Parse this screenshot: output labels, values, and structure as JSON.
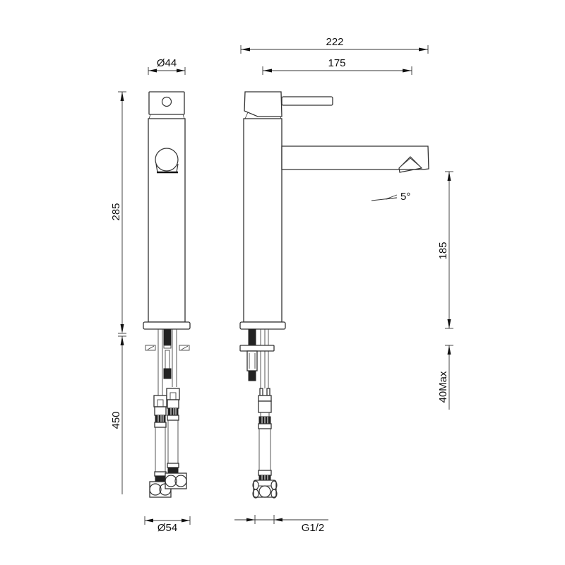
{
  "drawing": {
    "title": "Single-lever tall basin mixer – technical drawing",
    "views": [
      "front-view",
      "side-view"
    ],
    "dimensions": {
      "top_diameter": "Ø44",
      "total_height": "285",
      "hose_length": "450",
      "base_diameter": "Ø54",
      "total_depth": "222",
      "spout_reach": "175",
      "spout_angle": "5°",
      "spout_height": "185",
      "max_deck_thickness": "40Max",
      "connection_thread": "G1/2"
    }
  }
}
